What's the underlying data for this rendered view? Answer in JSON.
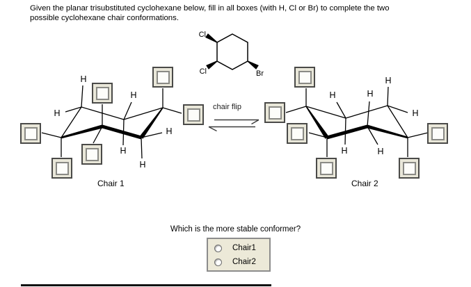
{
  "title": {
    "line1": "Given the planar trisubstituted cyclohexane below, fill in all boxes (with H, Cl or Br) to complete the two",
    "line2": "possible cyclohexane chair conformations."
  },
  "planar": {
    "cl_top": "Cl",
    "cl_bottom": "Cl",
    "br": "Br"
  },
  "chair_flip_label": "chair flip",
  "chair1": {
    "label": "Chair 1",
    "hydrogens": [
      "H",
      "H",
      "H",
      "H",
      "H",
      "H"
    ],
    "answer_box_count": 6
  },
  "chair2": {
    "label": "Chair 2",
    "hydrogens": [
      "H",
      "H",
      "H",
      "H",
      "H",
      "H"
    ],
    "answer_box_count": 6
  },
  "question": {
    "text": "Which is the more stable conformer?",
    "options": [
      {
        "label": "Chair1",
        "selected": false
      },
      {
        "label": "Chair2",
        "selected": false
      }
    ]
  },
  "colors": {
    "box-outer-border": "#4a4a48",
    "box-fill": "#e9e7d9",
    "box-inner-border": "#8a8a85",
    "panel-fill": "#ece9d8",
    "panel-border": "#8c8c8c",
    "bond-color": "#000000"
  }
}
